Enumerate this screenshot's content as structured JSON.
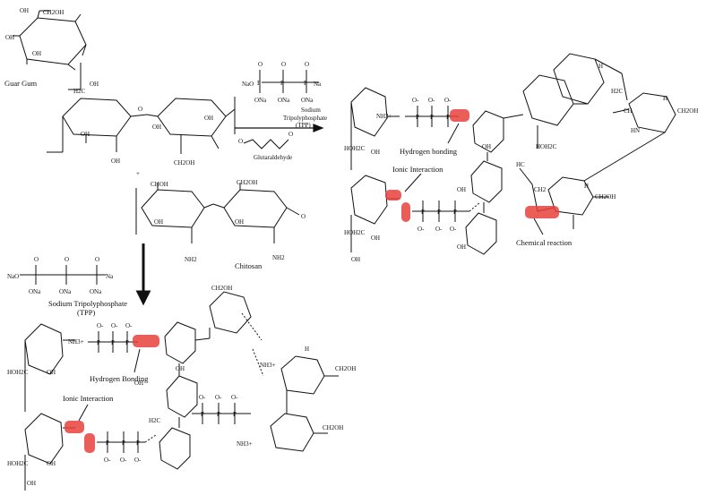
{
  "labels": {
    "guar_gum": "Guar Gum",
    "chitosan": "Chitosan",
    "tpp_top_l1": "Sodium",
    "tpp_top_l2": "Tripolyphosphate",
    "tpp_top_l3": "(TPP)",
    "tpp_left_l1": "Sodium Tripolyphosphate",
    "tpp_left_l2": "(TPP)",
    "glutaraldehyde": "Glutaraldehyde",
    "hydrogen_bonding_top": "Hydrogen bonding",
    "ionic_interaction_top": "Ionic Interaction",
    "chemical_reaction": "Chemical reaction",
    "hydrogen_bonding_bottom": "Hydrogen Bonding",
    "ionic_interaction_bottom": "Ionic Interaction"
  },
  "atoms": {
    "nao": "NaO",
    "ona": "ONa",
    "na": "Na",
    "o": "O",
    "ominus": "O-",
    "p": "P",
    "oh": "OH",
    "ch2oh": "CH2OH",
    "hoh2c": "HOH2C",
    "h": "H",
    "nh2": "NH2",
    "nh3plus": "NH3+",
    "hn": "HN",
    "ch": "CH",
    "hc": "HC",
    "ch2": "CH2",
    "h2c": "H2C",
    "choh": "CHOH",
    "plus": "+"
  },
  "colors": {
    "highlight": "#e8413c",
    "ink": "#111111"
  }
}
